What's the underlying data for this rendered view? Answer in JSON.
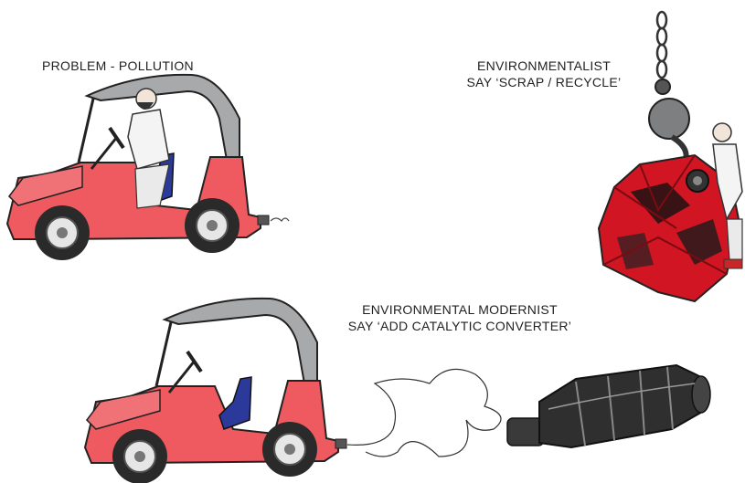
{
  "captions": {
    "problem": "PROBLEM - POLLUTION",
    "environmentalist_line1": "ENVIRONMENTALIST",
    "environmentalist_line2": "SAY ‘SCRAP / RECYCLE’",
    "modernist_line1": "ENVIRONMENTAL MODERNIST",
    "modernist_line2": "SAY ‘ADD CATALYTIC CONVERTER’"
  },
  "colors": {
    "car_body": "#ee5a5f",
    "cab_roof": "#a7a9ab",
    "seat": "#2b3a9a",
    "wrecked_metal": "#d11522",
    "converter": "#3a3a3a"
  },
  "icons": {
    "car": "car-icon",
    "driver": "driver-icon",
    "crane_hook": "crane-hook-icon",
    "scrap_car": "scrap-car-icon",
    "catalytic_converter": "catalytic-converter-icon"
  }
}
